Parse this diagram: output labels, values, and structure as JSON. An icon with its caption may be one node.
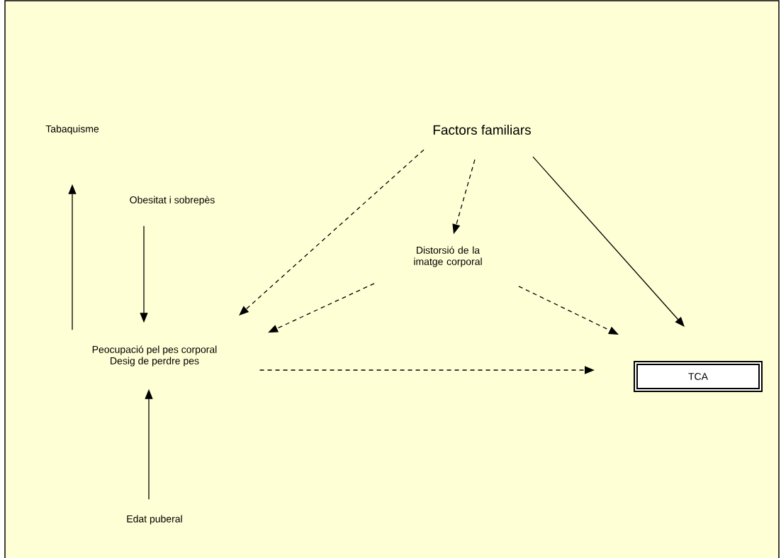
{
  "diagram": {
    "nodes": [
      {
        "text": [
          "Tabaquisme"
        ]
      },
      {
        "text": [
          "Factors familiars"
        ]
      },
      {
        "text": [
          "Obesitat i sobrepès"
        ]
      },
      {
        "text": [
          "Distorsió de la imatge corporal"
        ]
      },
      {
        "text": [
          "Peocupació pel pes corporal",
          "Desig de perdre pes"
        ]
      },
      {
        "text": [
          "TCA"
        ]
      },
      {
        "text": [
          "Edat puberal"
        ]
      }
    ],
    "edges": [
      {
        "from": 4,
        "to": 0,
        "arrow": "to"
      },
      {
        "from": 2,
        "to": 4,
        "arrow": "to"
      },
      {
        "from": 6,
        "to": 4,
        "arrow": "to"
      },
      {
        "from": 1,
        "to": 4,
        "arrow": "to",
        "style": "dashed"
      },
      {
        "from": 1,
        "to": 3,
        "arrow": "to",
        "style": "dashed"
      },
      {
        "from": 3,
        "to": 4,
        "arrow": "to",
        "style": "dashed"
      },
      {
        "from": 3,
        "to": 5,
        "arrow": "to",
        "style": "dashed"
      },
      {
        "from": 1,
        "to": 5,
        "arrow": "to"
      },
      {
        "from": 4,
        "to": 5,
        "arrow": "to",
        "style": "dashed"
      }
    ]
  }
}
